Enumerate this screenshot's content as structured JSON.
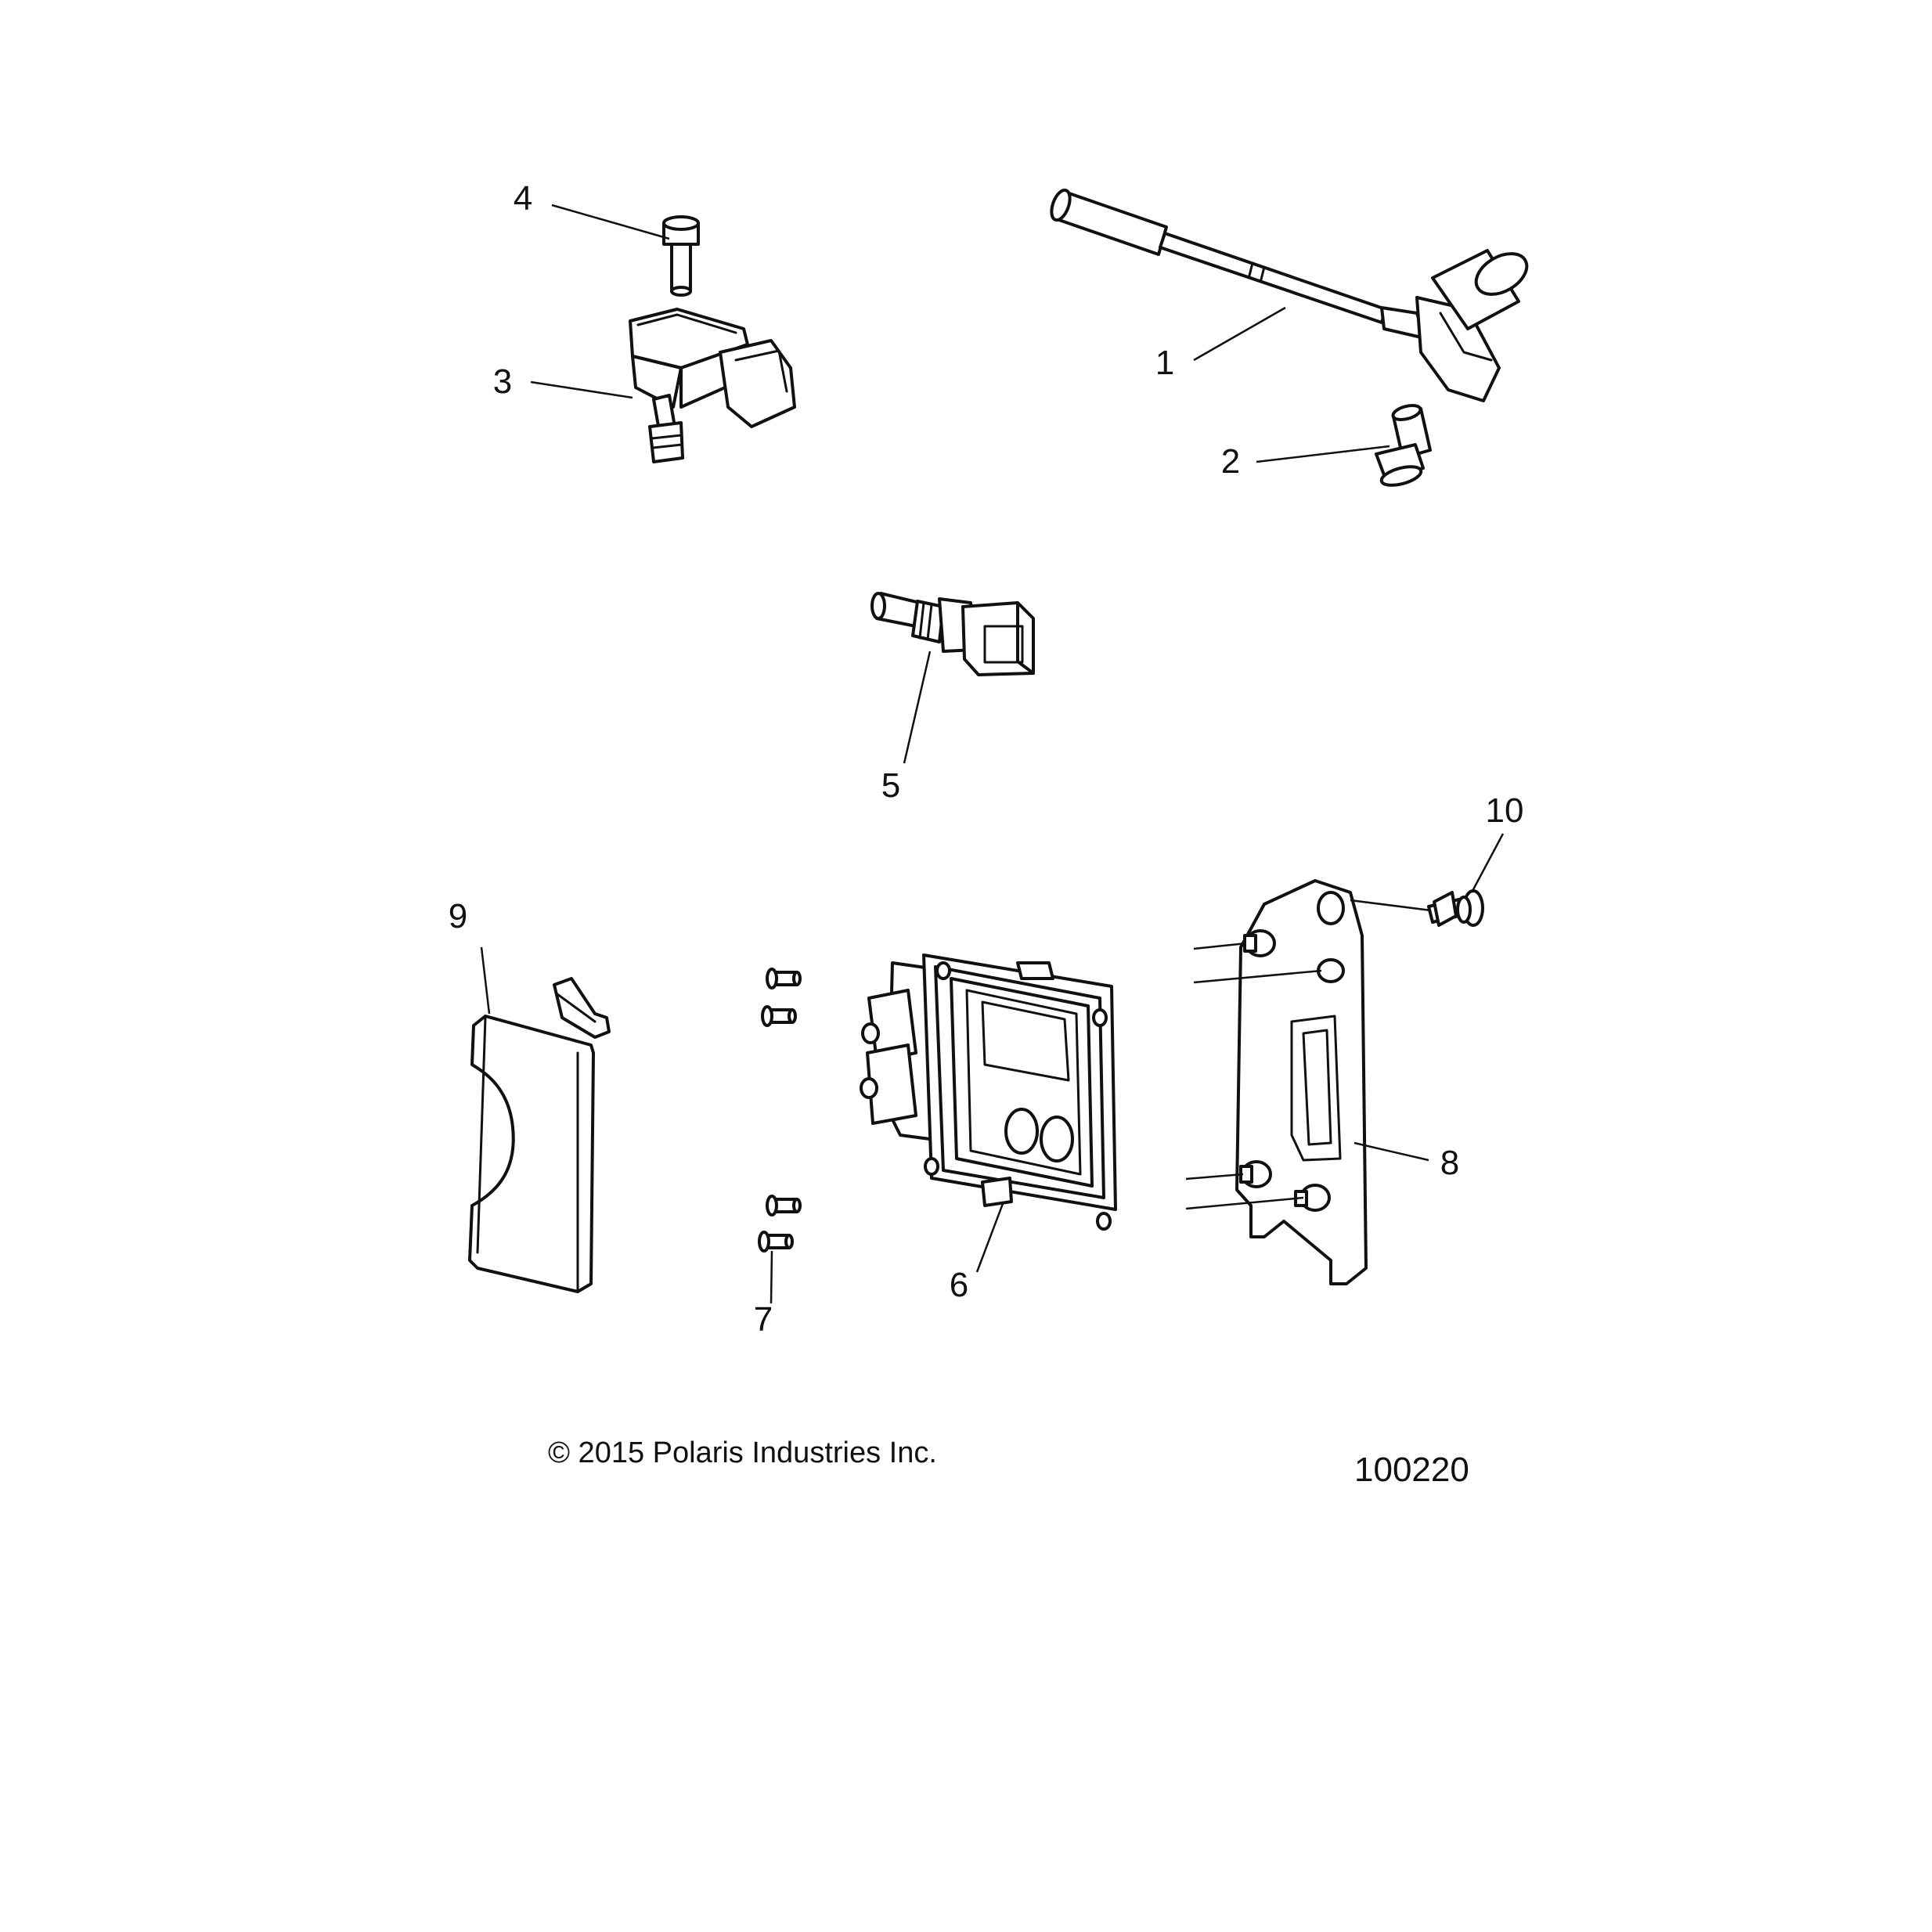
{
  "callouts": {
    "c1": "1",
    "c2": "2",
    "c3": "3",
    "c4": "4",
    "c5": "5",
    "c6": "6",
    "c7": "7",
    "c8": "8",
    "c9": "9",
    "c10": "10"
  },
  "footer": {
    "copyright": "© 2015 Polaris Industries Inc.",
    "figure_number": "100220"
  }
}
